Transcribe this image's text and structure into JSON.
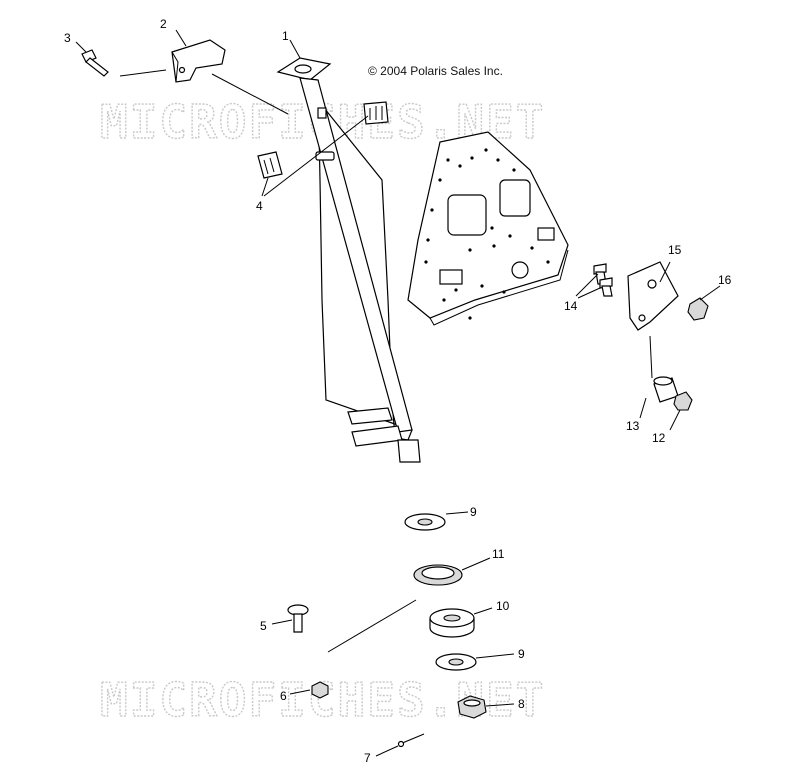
{
  "copyright": "© 2004 Polaris Sales Inc.",
  "watermark": "MICROFICHES.NET",
  "callouts": [
    "1",
    "2",
    "3",
    "4",
    "5",
    "6",
    "7",
    "8",
    "9",
    "9",
    "10",
    "11",
    "12",
    "13",
    "14",
    "15",
    "16"
  ]
}
